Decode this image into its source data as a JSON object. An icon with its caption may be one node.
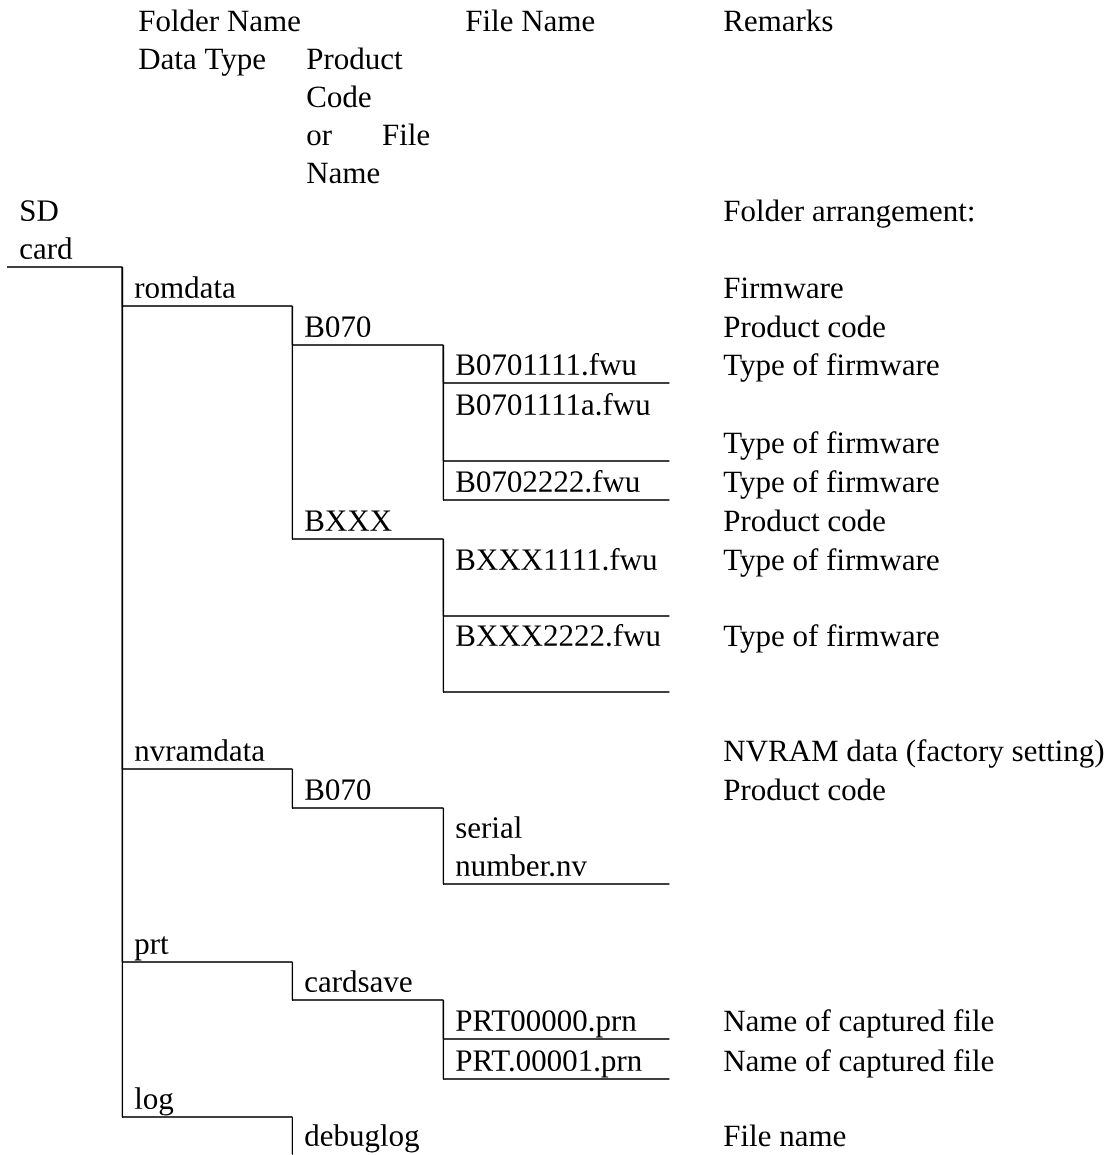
{
  "diagram": {
    "nodes": [
      {
        "text": [
          "SD card"
        ]
      },
      {
        "text": [
          "romdata"
        ]
      },
      {
        "text": [
          "B070"
        ]
      },
      {
        "text": [
          "B0701111.fwu"
        ]
      },
      {
        "text": [
          "B0701111a.fwu"
        ]
      },
      {
        "text": [
          "B0702222.fwu"
        ]
      },
      {
        "text": [
          "BXXX"
        ]
      },
      {
        "text": [
          "BXXX1111.fwu"
        ]
      },
      {
        "text": [
          "BXXX2222.fwu"
        ]
      },
      {
        "text": [
          "nvramdata"
        ]
      },
      {
        "text": [
          "B070"
        ]
      },
      {
        "text": [
          "serial number.nv"
        ]
      },
      {
        "text": [
          "prt"
        ]
      },
      {
        "text": [
          "cardsave"
        ]
      },
      {
        "text": [
          "PRT00000.prn"
        ]
      },
      {
        "text": [
          "PRT.00001.prn"
        ]
      },
      {
        "text": [
          "log"
        ]
      },
      {
        "text": [
          "debuglog"
        ]
      }
    ],
    "edges": [
      {
        "from": 0,
        "to": 1,
        "arrow": "none"
      },
      {
        "from": 1,
        "to": 2,
        "arrow": "none"
      },
      {
        "from": 2,
        "to": 3,
        "arrow": "none"
      },
      {
        "from": 2,
        "to": 4,
        "arrow": "none"
      },
      {
        "from": 2,
        "to": 5,
        "arrow": "none"
      },
      {
        "from": 1,
        "to": 6,
        "arrow": "none"
      },
      {
        "from": 6,
        "to": 7,
        "arrow": "none"
      },
      {
        "from": 6,
        "to": 8,
        "arrow": "none"
      },
      {
        "from": 0,
        "to": 9,
        "arrow": "none"
      },
      {
        "from": 9,
        "to": 10,
        "arrow": "none"
      },
      {
        "from": 10,
        "to": 11,
        "arrow": "none"
      },
      {
        "from": 0,
        "to": 12,
        "arrow": "none"
      },
      {
        "from": 12,
        "to": 13,
        "arrow": "none"
      },
      {
        "from": 13,
        "to": 14,
        "arrow": "none"
      },
      {
        "from": 13,
        "to": 15,
        "arrow": "none"
      },
      {
        "from": 0,
        "to": 16,
        "arrow": "none"
      },
      {
        "from": 16,
        "to": 17,
        "arrow": "none"
      }
    ],
    "labels": [
      "Folder Name",
      "File Name",
      "Remarks",
      "Data Type",
      "Product Code or File Name",
      "Folder arrangement:",
      "Firmware",
      "Product code",
      "Type of firmware",
      "Type of firmware",
      "Type of firmware",
      "Product code",
      "Type of firmware",
      "Type of firmware",
      "NVRAM data (factory setting)",
      "Product code",
      "Name of captured file",
      "Name of captured file",
      "File name"
    ]
  }
}
